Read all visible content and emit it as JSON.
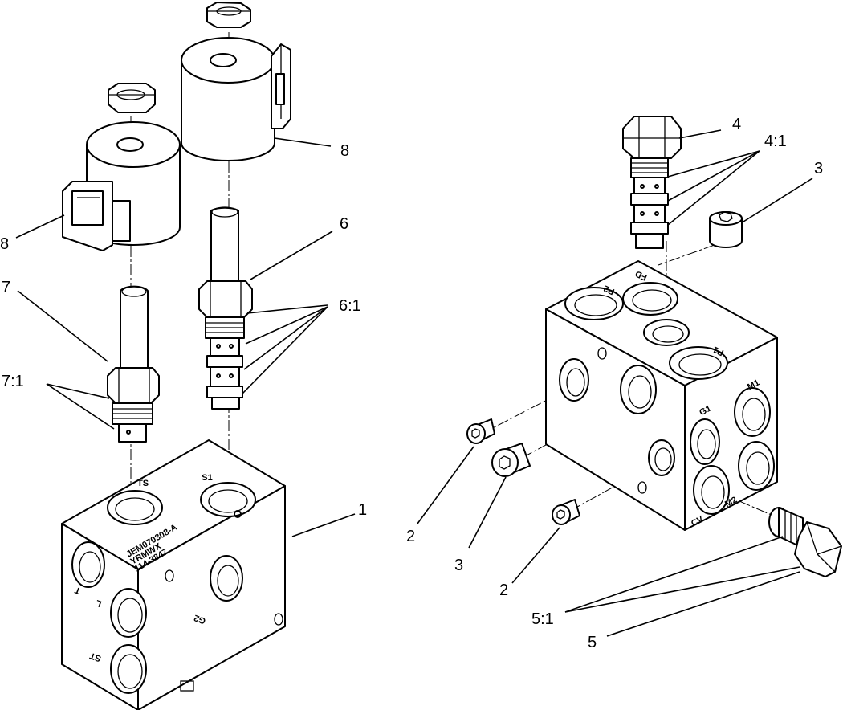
{
  "callouts": {
    "c8_top": "8",
    "c8_left": "8",
    "c6": "6",
    "c6_1": "6:1",
    "c7": "7",
    "c7_1": "7:1",
    "c1": "1",
    "c4": "4",
    "c4_1": "4:1",
    "c3_top": "3",
    "c2_a": "2",
    "c3_b": "3",
    "c2_b": "2",
    "c5_1": "5:1",
    "c5": "5"
  },
  "port_marks": {
    "ts": "TS",
    "s1": "S1",
    "t": "T",
    "l": "L",
    "st": "ST",
    "g2": "G2",
    "p2": "P2",
    "fd": "FD",
    "p1": "P1",
    "g1": "G1",
    "m1": "M1",
    "m2": "M2",
    "cv": "CV"
  },
  "block_stamp": {
    "line1": "JEM070308-A",
    "line2": "YRMWX",
    "line3": "114-3847"
  }
}
